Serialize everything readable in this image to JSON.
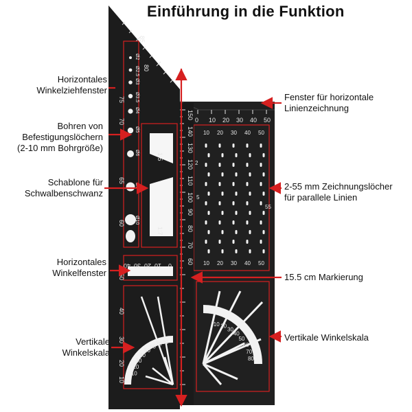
{
  "title": "Einführung in die Funktion",
  "labels_left": [
    {
      "lines": [
        "Horizontales",
        "Winkelziehfenster"
      ]
    },
    {
      "lines": [
        "Bohren von",
        "Befestigungslöchern",
        "(2-10 mm Bohrgröße)"
      ]
    },
    {
      "lines": [
        "Schablone für",
        "Schwalbenschwanz"
      ]
    },
    {
      "lines": [
        "Horizontales",
        "Winkelfenster"
      ]
    },
    {
      "lines": [
        "Vertikale",
        "Winkelskala"
      ]
    }
  ],
  "labels_right": [
    {
      "lines": [
        "Fenster für horizontale",
        "Linienzeichnung"
      ]
    },
    {
      "lines": [
        "2-55 mm Zeichnungslöcher",
        "für parallele Linien"
      ]
    },
    {
      "lines": [
        "15.5 cm Markierung"
      ]
    },
    {
      "lines": [
        "Vertikale Winkelskala"
      ]
    }
  ],
  "tool": {
    "hole_labels": [
      "Ø2",
      "Ø2.5",
      "Ø3",
      "Ø3.5",
      "Ø4",
      "Ø5",
      "Ø6",
      "Ø8",
      "Ø10"
    ],
    "ratio_top": "1:5",
    "ratio_bottom": "1:7",
    "vertical_scale": [
      "150",
      "140",
      "130",
      "120",
      "110",
      "100",
      "90",
      "80",
      "70",
      "60"
    ],
    "top_scale": [
      "0",
      "10",
      "20",
      "30",
      "40",
      "50"
    ],
    "grid_top": [
      "10",
      "20",
      "30",
      "40",
      "50"
    ],
    "grid_bottom": [
      "10",
      "20",
      "30",
      "40",
      "50"
    ],
    "grid_side": [
      "2",
      "5",
      "55"
    ],
    "window_scale": [
      "40",
      "30",
      "20",
      "10",
      "0"
    ],
    "left_angle": [
      "85",
      "80",
      "75",
      "70",
      "65",
      "60",
      "50",
      "40",
      "30",
      "20",
      "10"
    ],
    "protractor_marks": [
      "10",
      "20",
      "30",
      "40",
      "50",
      "60",
      "70",
      "80"
    ]
  },
  "colors": {
    "tool_body": "#1c1c1c",
    "accent": "#d62020",
    "text_on_tool": "#e8e8e8",
    "label": "#111111"
  }
}
